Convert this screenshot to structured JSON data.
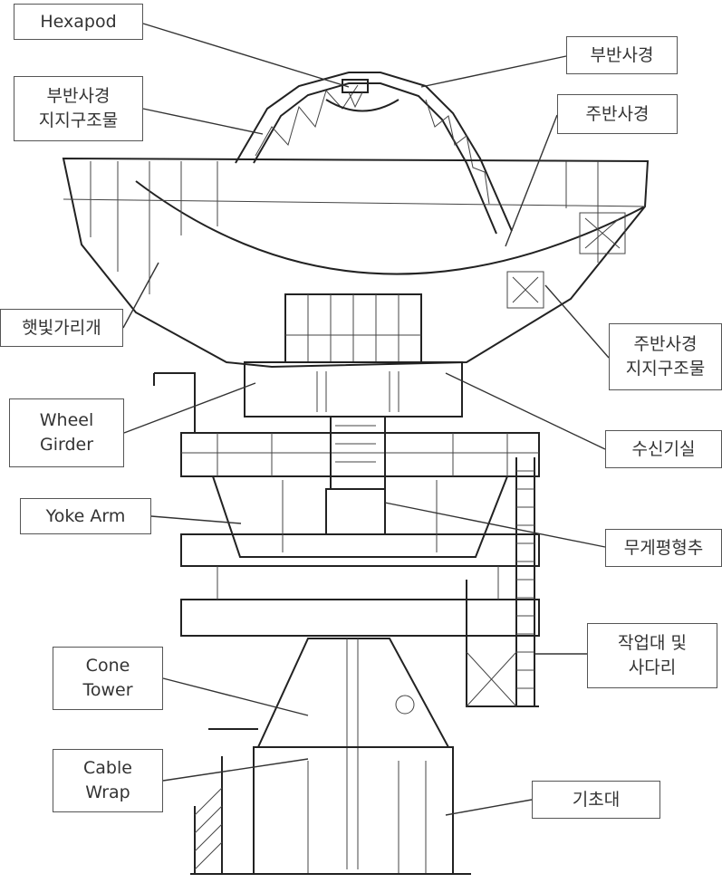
{
  "labels": {
    "hexapod": "Hexapod",
    "subreflector": "부반사경",
    "subreflector_support": "부반사경\n지지구조물",
    "main_reflector": "주반사경",
    "sunshade": "햇빛가리개",
    "main_reflector_support": "주반사경\n지지구조물",
    "wheel_girder": "Wheel\nGirder",
    "receiver_room": "수신기실",
    "yoke_arm": "Yoke Arm",
    "counterweight": "무게평형추",
    "platform_ladder": "작업대 및\n사다리",
    "cone_tower": "Cone\nTower",
    "cable_wrap": "Cable\nWrap",
    "foundation": "기초대"
  }
}
